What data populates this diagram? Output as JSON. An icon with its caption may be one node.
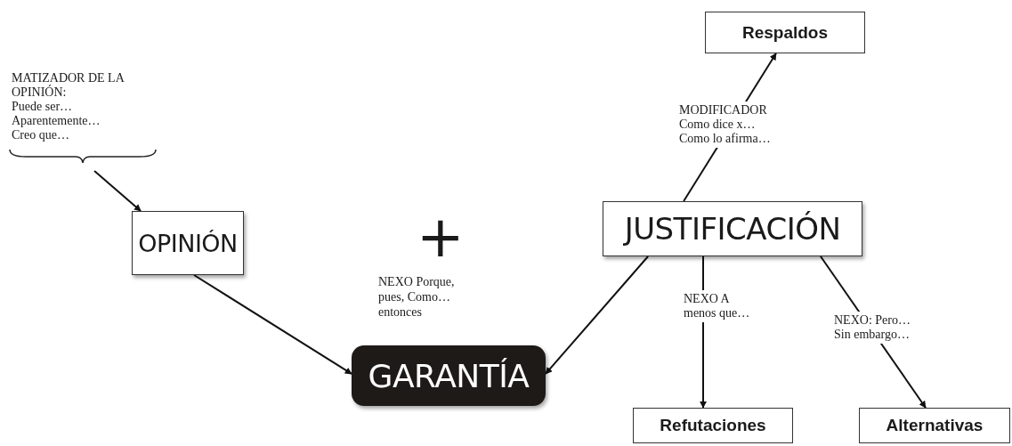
{
  "diagram": {
    "nodes": [
      {
        "text": [
          "MATIZADOR DE LA OPINIÓN:",
          "Puede ser…",
          "Aparentemente…",
          "Creo que…"
        ]
      },
      {
        "text": [
          "OPINIÓN"
        ]
      },
      {
        "text": [
          "JUSTIFICACIÓN"
        ]
      },
      {
        "text": [
          "Respaldos"
        ]
      },
      {
        "text": [
          "GARANTÍA"
        ]
      },
      {
        "text": [
          "Refutaciones"
        ]
      },
      {
        "text": [
          "Alternativas"
        ]
      }
    ],
    "edges": [
      {
        "from": 0,
        "to": 1,
        "arrow": "to"
      },
      {
        "from": 1,
        "to": 4,
        "arrow": "to"
      },
      {
        "from": 2,
        "to": 4,
        "arrow": "to"
      },
      {
        "from": 2,
        "to": 3,
        "arrow": "to",
        "label": "MODIFICADOR Como dice x… Como lo afirma…"
      },
      {
        "from": 2,
        "to": 5,
        "arrow": "to",
        "label": "NEXO A menos que…"
      },
      {
        "from": 2,
        "to": 6,
        "arrow": "to",
        "label": "NEXO: Pero… Sin embargo…"
      }
    ],
    "labels": [
      "+",
      "NEXO Porque, pues, Como… entonces"
    ]
  }
}
